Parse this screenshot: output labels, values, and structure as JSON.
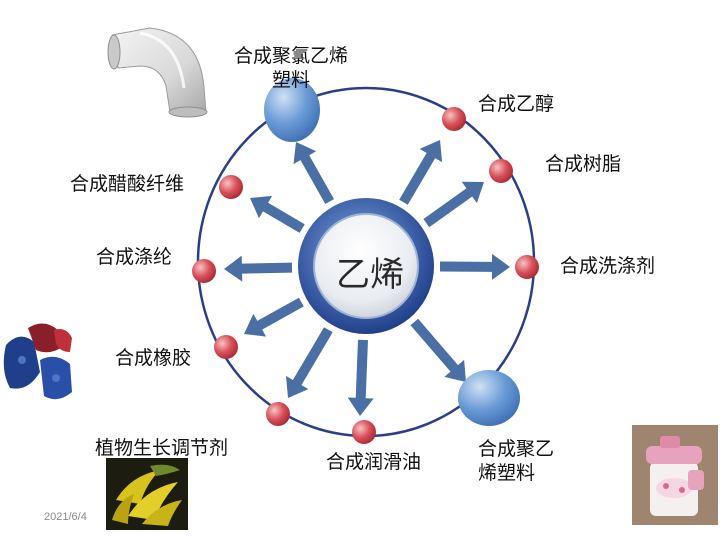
{
  "center": {
    "label": "乙烯"
  },
  "products": {
    "pvc": {
      "line1": "合成聚氯乙烯",
      "line2": "塑料"
    },
    "ethanol": "合成乙醇",
    "resin": "合成树脂",
    "detergent": "合成洗涤剂",
    "pe": {
      "line1": "合成聚乙",
      "line2": "烯塑料"
    },
    "lubricant": "合成润滑油",
    "plant_regulator": "植物生长调节剂",
    "rubber": "合成橡胶",
    "polyester": "合成涤纶",
    "acetate_fiber": "合成醋酸纤维"
  },
  "footer": {
    "date": "2021/6/4"
  },
  "colors": {
    "arrow": "#4a6fa5",
    "ring": "#2b3f88",
    "node": "#d9505a",
    "center_ring": "#3c5fa6"
  },
  "icons": {
    "top_left": "pipe-elbow-photo",
    "mid_left": "rubber-toy-photo",
    "bottom_left": "banana-photo",
    "bottom_right": "plastic-bottle-photo"
  }
}
